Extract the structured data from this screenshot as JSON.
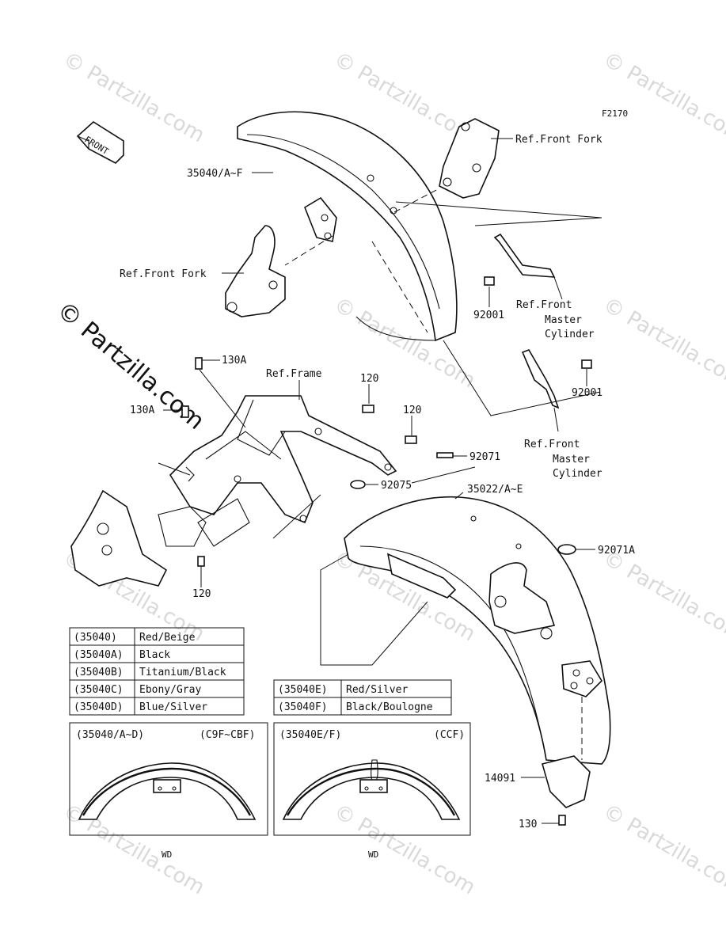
{
  "diagram_code": "F2170",
  "front_arrow_label": "FRONT",
  "watermark": "© Partzilla.com",
  "callouts": {
    "front_fender": "35040/A~F",
    "ref_front_fork_top": "Ref.Front Fork",
    "ref_front_fork_left": "Ref.Front Fork",
    "bolt_92001_a": "92001",
    "ref_master_a_1": "Ref.Front",
    "ref_master_a_2": "Master",
    "ref_master_a_3": "Cylinder",
    "bolt_92001_b": "92001",
    "ref_master_b_1": "Ref.Front",
    "ref_master_b_2": "Master",
    "ref_master_b_3": "Cylinder",
    "bolt_130a_top": "130A",
    "ref_frame": "Ref.Frame",
    "bolt_120_a": "120",
    "bolt_120_b": "120",
    "bolt_130a_left": "130A",
    "clip_92071": "92071",
    "grommet_92075": "92075",
    "rear_fender": "35022/A~E",
    "cap_92071a": "92071A",
    "bolt_120_c": "120",
    "cover_14091": "14091",
    "bolt_130": "130"
  },
  "color_table_left": [
    {
      "code": "(35040)",
      "color": "Red/Beige"
    },
    {
      "code": "(35040A)",
      "color": "Black"
    },
    {
      "code": "(35040B)",
      "color": "Titanium/Black"
    },
    {
      "code": "(35040C)",
      "color": "Ebony/Gray"
    },
    {
      "code": "(35040D)",
      "color": "Blue/Silver"
    }
  ],
  "color_table_right": [
    {
      "code": "(35040E)",
      "color": "Red/Silver"
    },
    {
      "code": "(35040F)",
      "color": "Black/Boulogne"
    }
  ],
  "variant_left": {
    "codes": "(35040/A~D)",
    "models": "(C9F~CBF)",
    "caption": "WD"
  },
  "variant_right": {
    "codes": "(35040E/F)",
    "models": "(CCF)",
    "caption": "WD"
  }
}
